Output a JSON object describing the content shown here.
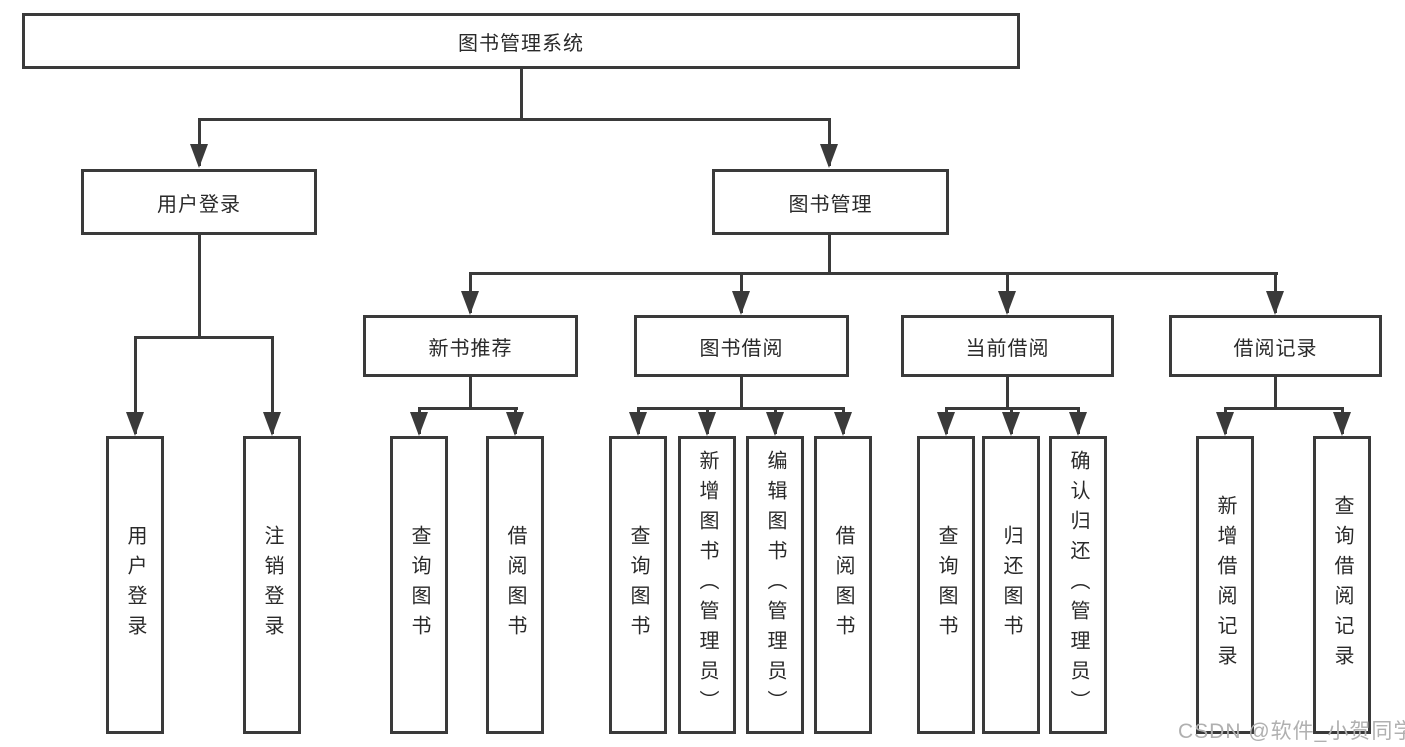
{
  "diagram": {
    "root": {
      "label": "图书管理系统"
    },
    "branches": {
      "user_login": {
        "label": "用户登录",
        "children": [
          "用户登录",
          "注销登录"
        ]
      },
      "book_mgmt": {
        "label": "图书管理",
        "sections": [
          {
            "label": "新书推荐",
            "children": [
              "查询图书",
              "借阅图书"
            ]
          },
          {
            "label": "图书借阅",
            "children": [
              "查询图书",
              "新增图书（管理员）",
              "编辑图书（管理员）",
              "借阅图书"
            ]
          },
          {
            "label": "当前借阅",
            "children": [
              "查询图书",
              "归还图书",
              "确认归还（管理员）"
            ]
          },
          {
            "label": "借阅记录",
            "children": [
              "新增借阅记录",
              "查询借阅记录"
            ]
          }
        ]
      }
    }
  },
  "watermark": "CSDN @软件_小贺同学",
  "colors": {
    "line": "#3a3a3a",
    "text": "#2a2a2a",
    "watermark": "#b0b0b0",
    "background": "#ffffff"
  }
}
